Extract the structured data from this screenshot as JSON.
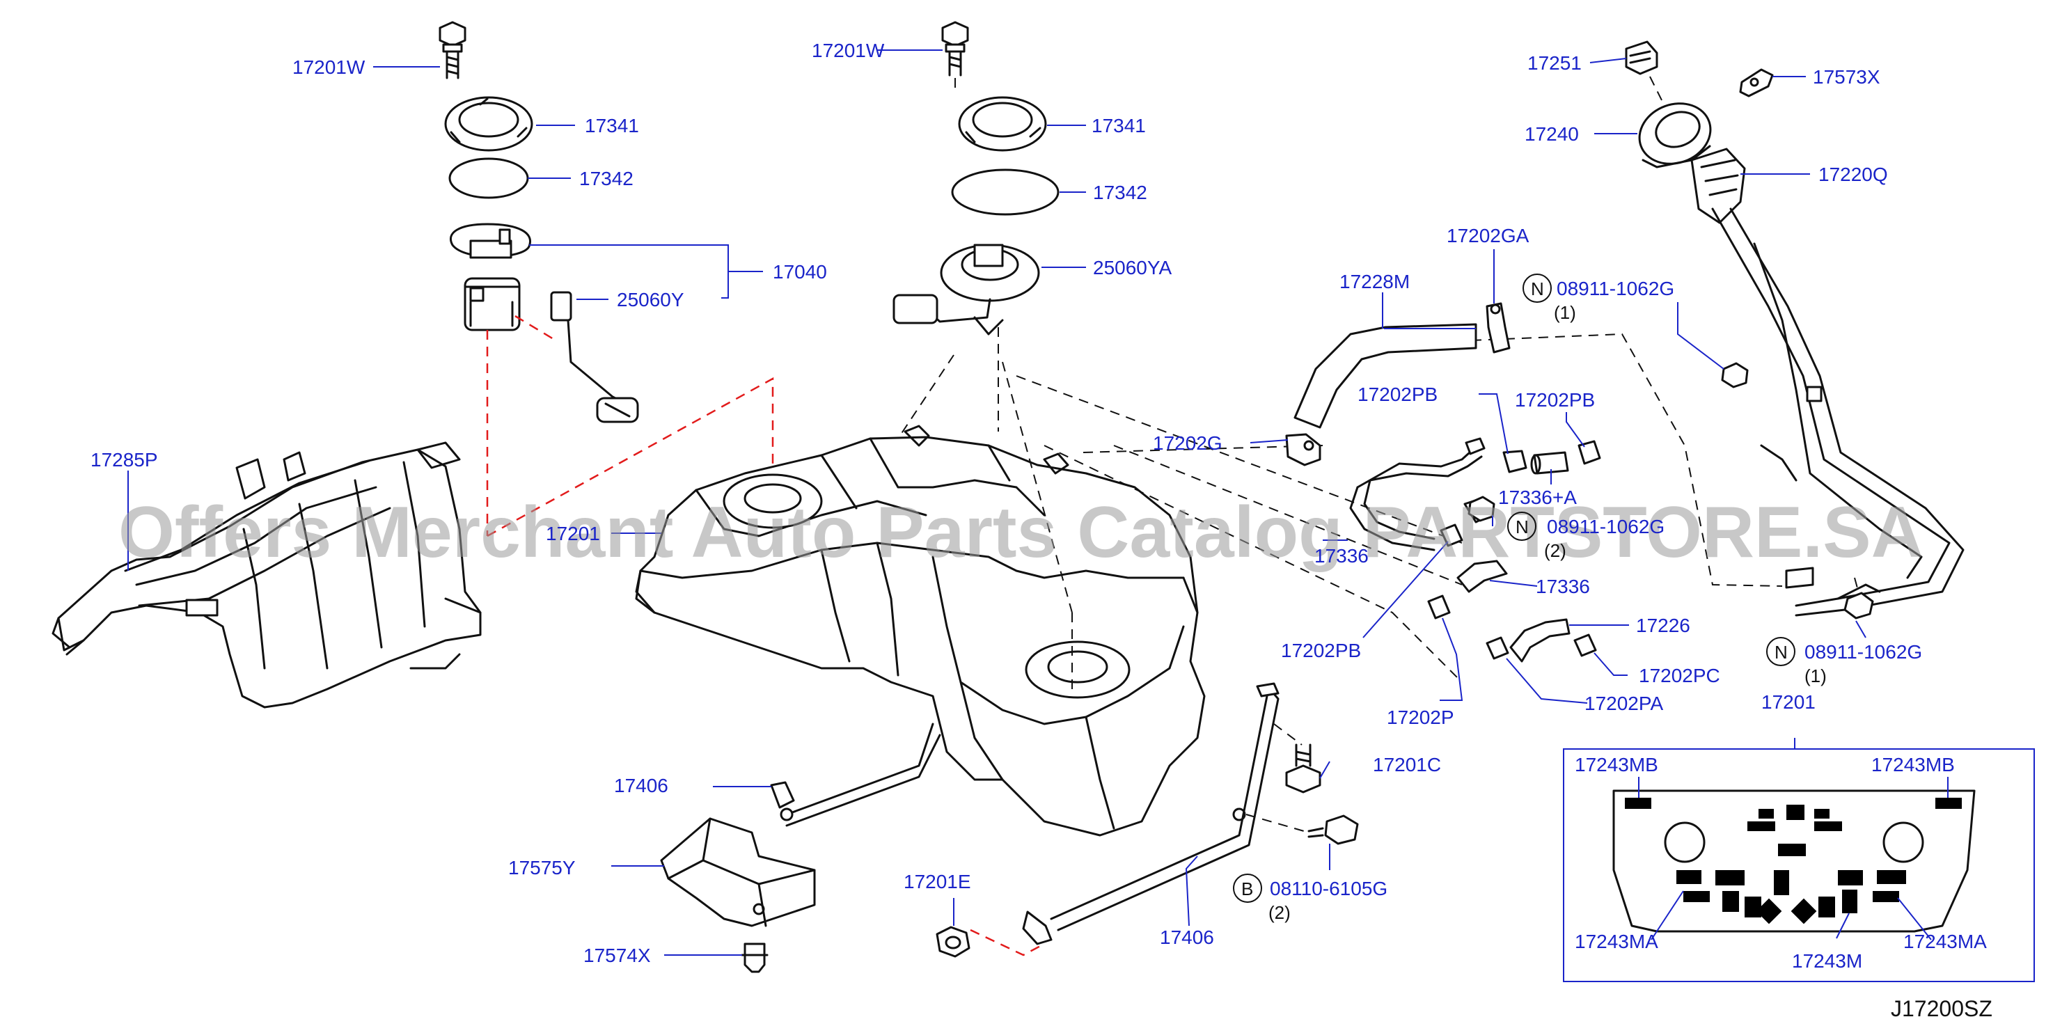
{
  "watermark": "Offers Merchant Auto Parts Catalog PARTSTORE.SA",
  "diagram_code": "J17200SZ",
  "labels": {
    "p17201W_a": "17201W",
    "p17341_a": "17341",
    "p17342_a": "17342",
    "p17040": "17040",
    "p25060Y": "25060Y",
    "p17201W_b": "17201W",
    "p17341_b": "17341",
    "p17342_b": "17342",
    "p25060YA": "25060YA",
    "p17285P": "17285P",
    "p17201_tank": "17201",
    "p17251": "17251",
    "p17573X": "17573X",
    "p17240": "17240",
    "p17220Q": "17220Q",
    "p17202GA": "17202GA",
    "p17228M": "17228M",
    "p08911_a": "08911-1062G",
    "p08911_a_qty": "(1)",
    "p17202PB_a": "17202PB",
    "p17202PB_b": "17202PB",
    "p17202G": "17202G",
    "p17336A": "17336+A",
    "p17336_small": "17336",
    "p08911_b": "08911-1062G",
    "p08911_b_qty": "(2)",
    "p17336": "17336",
    "p17202PB_c": "17202PB",
    "p17226": "17226",
    "p17202PC": "17202PC",
    "p08911_c": "08911-1062G",
    "p08911_c_qty": "(1)",
    "p17202P": "17202P",
    "p17202PA": "17202PA",
    "p17201_box": "17201",
    "p17243MB_a": "17243MB",
    "p17243MB_b": "17243MB",
    "p17243MA_a": "17243MA",
    "p17243M": "17243M",
    "p17243MA_b": "17243MA",
    "p17406_a": "17406",
    "p17575Y": "17575Y",
    "p17574X": "17574X",
    "p17201E": "17201E",
    "p17201C": "17201C",
    "p17406_b": "17406",
    "p08110": "08110-6105G",
    "p08110_qty": "(2)"
  },
  "symbols": {
    "n_a": "N",
    "n_b": "N",
    "n_c": "N",
    "b": "B"
  },
  "colors": {
    "label": "#1a24c9",
    "line": "#111111",
    "dash_red": "#e21b1b",
    "watermark": "#9a9a9a",
    "box_border": "#1a24c9"
  }
}
